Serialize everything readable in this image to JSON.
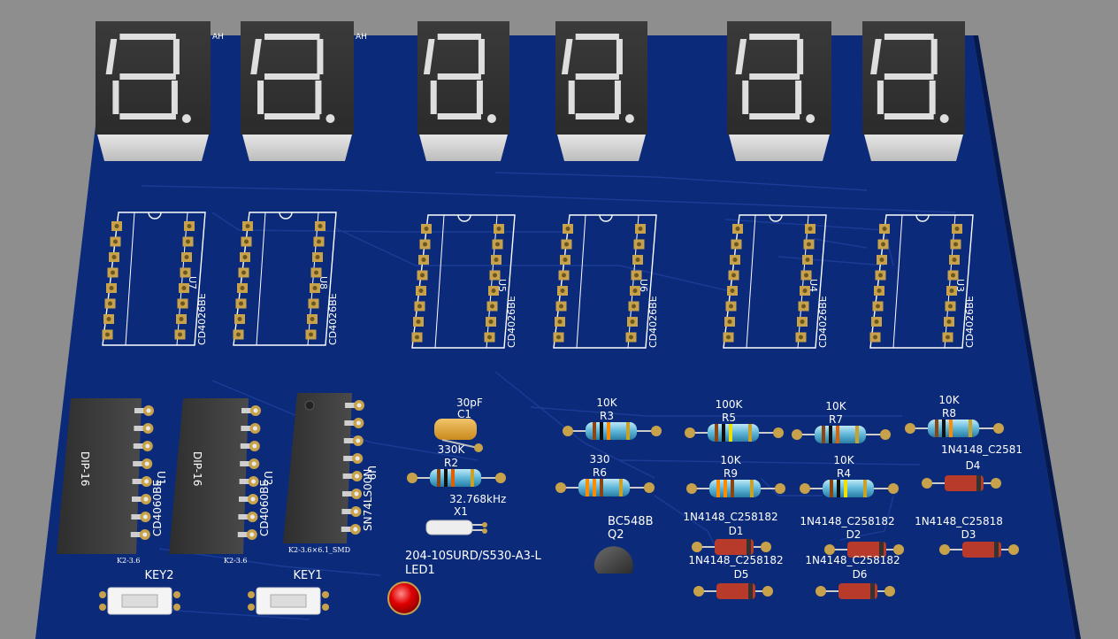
{
  "board": {
    "pcb_color": "#0b2a7a",
    "silk_color": "#ffffff",
    "pad_color": "#c8a24a",
    "background": "#8e8e8e"
  },
  "displays": [
    {
      "fragment": "AH"
    },
    {
      "fragment": "AH"
    },
    {
      "fragment": ""
    },
    {
      "fragment": ""
    },
    {
      "fragment": ""
    },
    {
      "fragment": ""
    }
  ],
  "counter_ics": [
    {
      "ref": "U7",
      "value": "CD4026BE"
    },
    {
      "ref": "U8",
      "value": "CD4026BE"
    },
    {
      "ref": "U5",
      "value": "CD4026BE"
    },
    {
      "ref": "U6",
      "value": "CD4026BE"
    },
    {
      "ref": "U4",
      "value": "CD4026BE"
    },
    {
      "ref": "U3",
      "value": "CD4026BE"
    }
  ],
  "dip_chips": [
    {
      "ref": "U1",
      "value": "CD4060BE",
      "body": "DIP-16",
      "footprint": "K2-3.6"
    },
    {
      "ref": "U2",
      "value": "CD4060BE",
      "body": "DIP-16",
      "footprint": "K2-3.6"
    },
    {
      "ref": "U9",
      "value": "SN74LS00N",
      "body": "",
      "footprint": "K2-3.6×6.1_SMD"
    }
  ],
  "capacitor": {
    "ref": "C1",
    "value": "30pF"
  },
  "resistors": [
    {
      "ref": "R2",
      "value": "330K"
    },
    {
      "ref": "R3",
      "value": "10K"
    },
    {
      "ref": "R6",
      "value": "330"
    },
    {
      "ref": "R5",
      "value": "100K"
    },
    {
      "ref": "R7",
      "value": "10K"
    },
    {
      "ref": "R8",
      "value": "10K"
    },
    {
      "ref": "R9",
      "value": "10K"
    },
    {
      "ref": "R4",
      "value": "10K"
    }
  ],
  "crystal": {
    "ref": "X1",
    "value": "32.768kHz"
  },
  "transistor": {
    "ref": "Q2",
    "value": "BC548B"
  },
  "led": {
    "ref": "LED1",
    "value": "204-10SURD/S530-A3-L"
  },
  "diodes": [
    {
      "ref": "D4",
      "value": "1N4148_C2581"
    },
    {
      "ref": "D1",
      "value": "1N4148_C258182"
    },
    {
      "ref": "D2",
      "value": "1N4148_C258182"
    },
    {
      "ref": "D3",
      "value": "1N4148_C25818"
    },
    {
      "ref": "D5",
      "value": "1N4148_C258182"
    },
    {
      "ref": "D6",
      "value": "1N4148_C258182"
    }
  ],
  "keys": [
    {
      "ref": "KEY2"
    },
    {
      "ref": "KEY1"
    }
  ]
}
